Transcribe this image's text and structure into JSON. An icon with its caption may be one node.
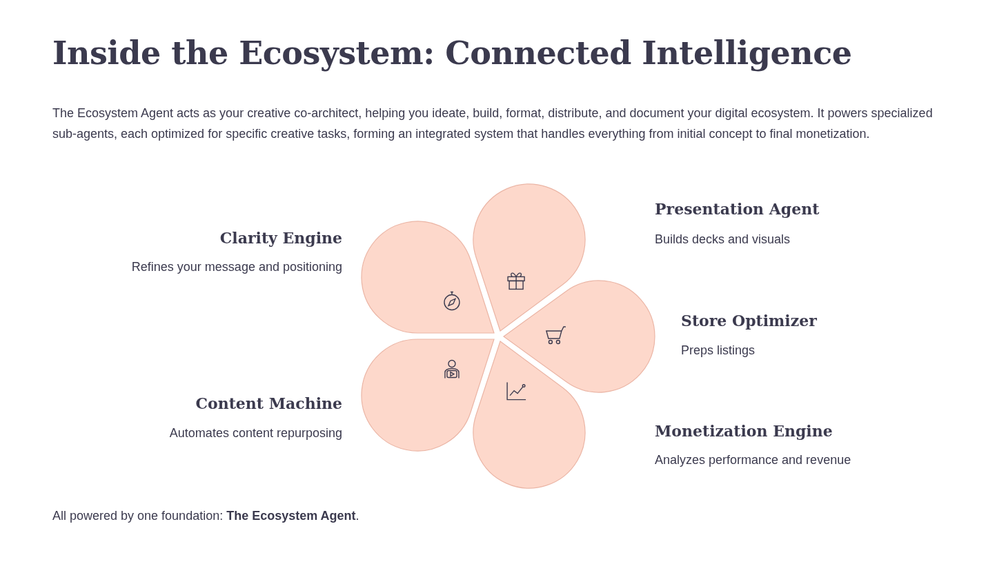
{
  "diagram": {
    "title": "Inside the Ecosystem: Connected Intelligence",
    "labels": [
      "The Ecosystem Agent acts as your creative co-architect, helping you ideate, build, format, distribute, and document your digital ecosystem. It powers specialized sub-agents, each optimized for specific creative tasks, forming an integrated system that handles everything from initial concept to final monetization.",
      "Presentation Agent",
      "Builds decks and visuals",
      "Clarity Engine",
      "Refines your message and positioning",
      "Store Optimizer",
      "Preps listings",
      "Content Machine",
      "Automates content repurposing",
      "Monetization Engine",
      "Analyzes performance and revenue",
      "All powered by one foundation: **The Ecosystem Agent**."
    ]
  }
}
